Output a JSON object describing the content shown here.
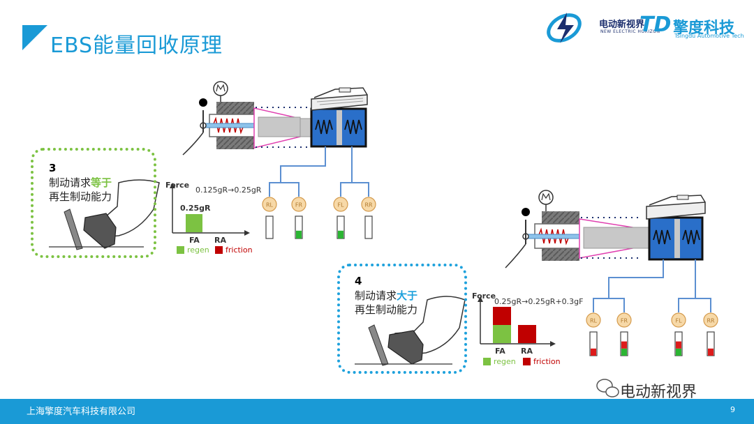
{
  "header": {
    "title": "EBS能量回收原理",
    "logo1_cn": "电动新视界",
    "logo1_en": "NEW ELECTRIC HORIZON",
    "logo2_cn": "擎度科技",
    "logo2_en": "Tsingdu Automotive Tech",
    "logo2_mark": "TD"
  },
  "step3": {
    "number": "3",
    "line1_prefix": "制动请求",
    "line1_highlight": "等于",
    "line2": "再生制动能力",
    "highlight_color": "#7cc242"
  },
  "step4": {
    "number": "4",
    "line1_prefix": "制动请求",
    "line1_highlight": "大于",
    "line2": "再生制动能力",
    "highlight_color": "#1da1dc"
  },
  "wheels": [
    "RL",
    "FR",
    "FL",
    "RR"
  ],
  "chart_data": [
    {
      "type": "bar",
      "ylabel": "Force",
      "annotation": "0.125gR→0.25gR",
      "categories": [
        "FA",
        "RA"
      ],
      "series": [
        {
          "name": "regen",
          "color": "#7cc242",
          "values": [
            0.25,
            0
          ]
        },
        {
          "name": "friction",
          "color": "#c00000",
          "values": [
            0,
            0
          ]
        }
      ],
      "data_label": "0.25gR"
    },
    {
      "type": "bar",
      "ylabel": "Force",
      "annotation": "0.25gR→0.25gR+0.3gF",
      "categories": [
        "FA",
        "RA"
      ],
      "series": [
        {
          "name": "regen",
          "color": "#7cc242",
          "values": [
            0.25,
            0
          ]
        },
        {
          "name": "friction",
          "color": "#c00000",
          "values": [
            0.25,
            0.25
          ]
        }
      ]
    }
  ],
  "footer": {
    "company": "上海擎度汽车科技有限公司",
    "page": "9",
    "watermark": "电动新视界"
  }
}
